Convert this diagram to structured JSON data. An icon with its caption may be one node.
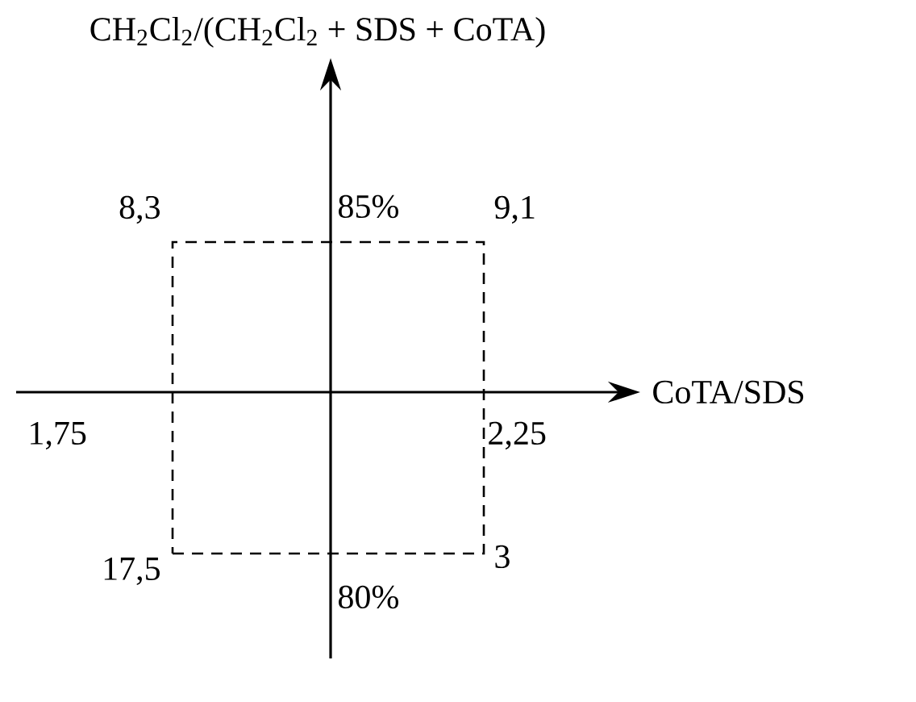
{
  "diagram": {
    "nodes": [
      {
        "text": [],
        "shape": "box"
      }
    ],
    "labels": [
      "CH$_{2}$Cl$_{2}$/(CH$_{2}$Cl$_{2}$ + SDS + CoTA)",
      "85%",
      "8,3",
      "9,1",
      "CoTA/SDS",
      "1,75",
      "2,25",
      "17,5",
      "3",
      "80%"
    ]
  }
}
